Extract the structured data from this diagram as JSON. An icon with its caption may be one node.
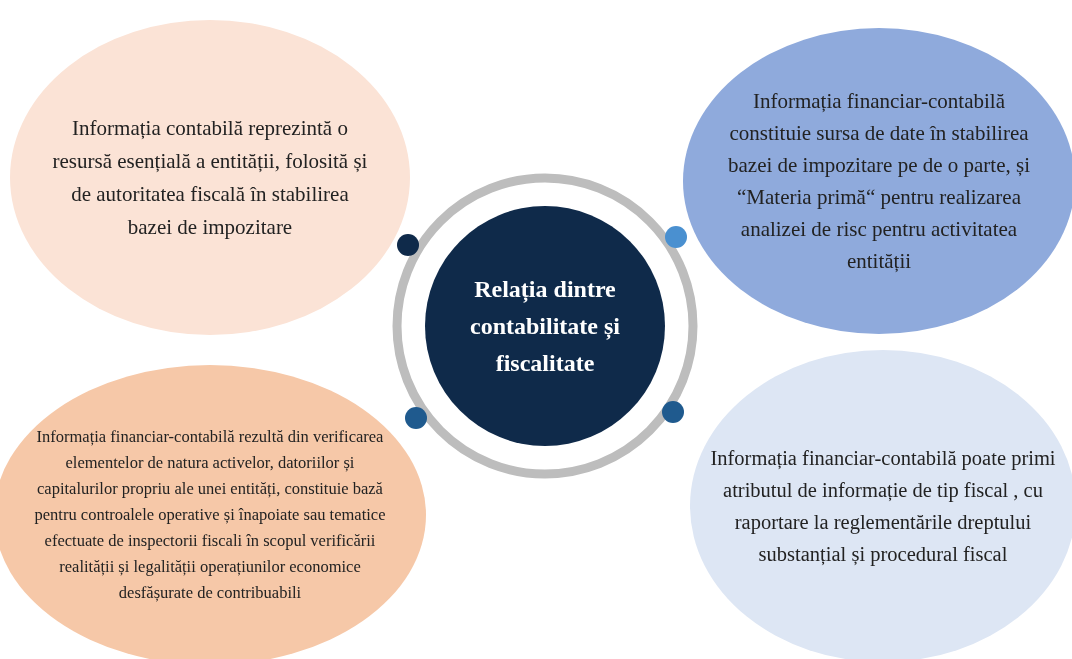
{
  "diagram": {
    "nodes": [
      {
        "text": [
          "Informația contabilă reprezintă o resursă esențială a entității, folosită și de autoritatea fiscală în stabilirea bazei de impozitare"
        ]
      },
      {
        "text": [
          "Informația financiar-contabilă constituie sursa de date în stabilirea bazei de impozitare pe de o parte, și “Materia primă“ pentru realizarea analizei de risc pentru activitatea entității"
        ]
      },
      {
        "text": [
          "Relația dintre contabilitate și fiscalitate"
        ]
      },
      {
        "text": [
          "Informația financiar-contabilă rezultă din verificarea elementelor de natura activelor, datoriilor și capitalurilor propriu ale unei entități, constituie bază pentru controalele operative și înapoiate sau tematice efectuate de inspectorii fiscali în scopul verificării realității și legalității operațiunilor economice desfășurate de contribuabili"
        ]
      },
      {
        "text": [
          "Informația financiar-contabilă poate primi atributul de informație de tip fiscal , cu raportare la reglementările dreptului substanțial și procedural fiscal"
        ]
      }
    ]
  }
}
